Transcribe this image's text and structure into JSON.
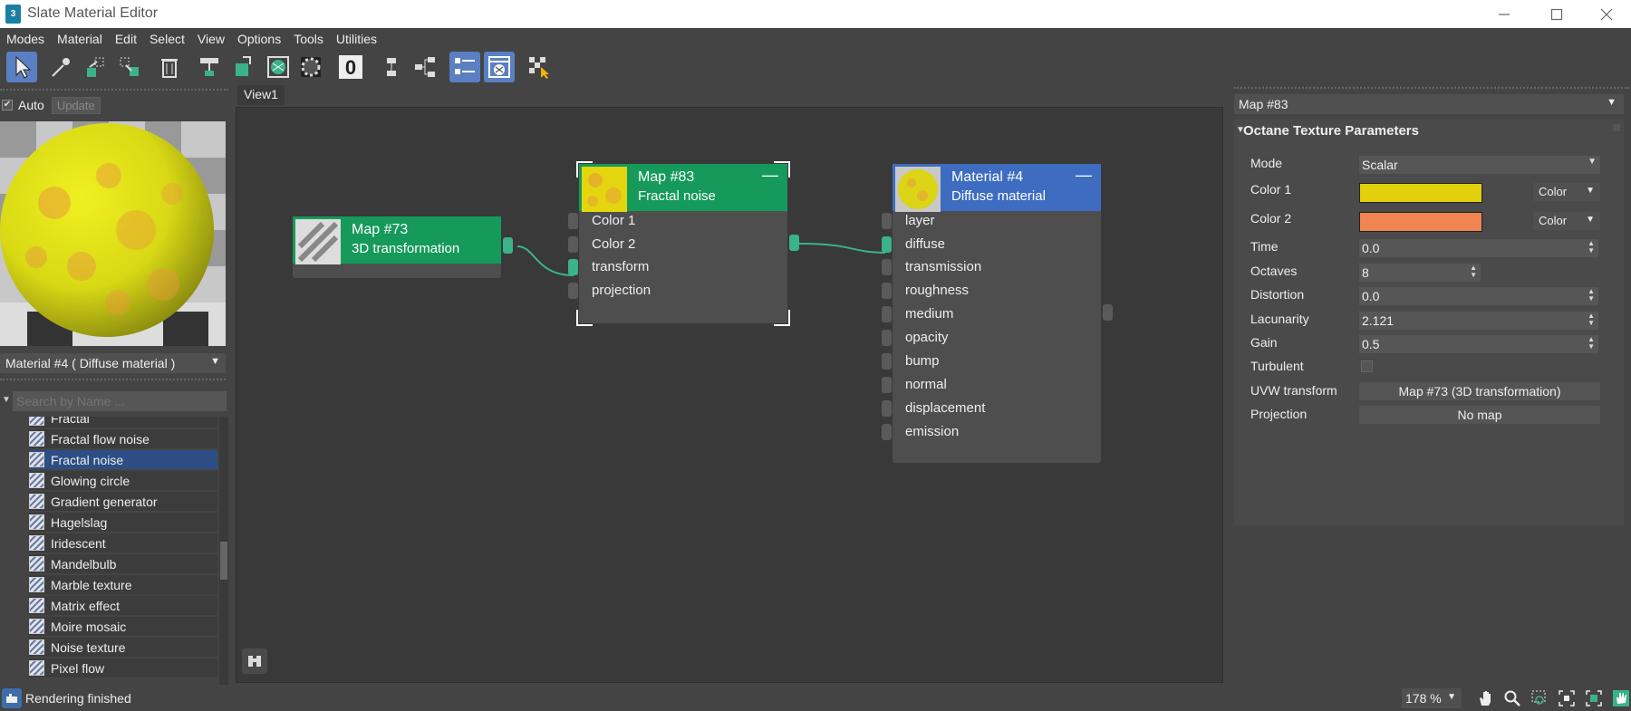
{
  "window": {
    "title": "Slate Material Editor",
    "app_icon_text": "3"
  },
  "menu": [
    "Modes",
    "Material",
    "Edit",
    "Select",
    "View",
    "Options",
    "Tools",
    "Utilities"
  ],
  "left_panel": {
    "auto_label": "Auto",
    "auto_checked": true,
    "update_label": "Update",
    "material_selector": "Material #4  ( Diffuse material )",
    "search_placeholder": "Search by Name ...",
    "map_list": [
      "Fractal",
      "Fractal flow noise",
      "Fractal noise",
      "Glowing circle",
      "Gradient generator",
      "Hagelslag",
      "Iridescent",
      "Mandelbulb",
      "Marble texture",
      "Matrix effect",
      "Moire mosaic",
      "Noise texture",
      "Pixel flow"
    ],
    "selected_map": "Fractal noise"
  },
  "view": {
    "tab_label": "View1",
    "nodes": {
      "map73": {
        "title": "Map #73",
        "subtitle": "3D transformation",
        "color": "#159a5b"
      },
      "map83": {
        "title": "Map #83",
        "subtitle": "Fractal noise",
        "color": "#159a5b",
        "minimize": "—",
        "slots": [
          "Color 1",
          "Color 2",
          "transform",
          "projection"
        ]
      },
      "material4": {
        "title": "Material #4",
        "subtitle": "Diffuse material",
        "color": "#3d6cc0",
        "minimize": "—",
        "slots": [
          "layer",
          "diffuse",
          "transmission",
          "roughness",
          "medium",
          "opacity",
          "bump",
          "normal",
          "displacement",
          "emission"
        ]
      }
    }
  },
  "right_panel": {
    "header": "Map #83",
    "rollout_title": "Octane Texture Parameters",
    "params": {
      "mode": {
        "label": "Mode",
        "value": "Scalar"
      },
      "color1": {
        "label": "Color 1",
        "swatch": "#e2d00d",
        "type": "Color"
      },
      "color2": {
        "label": "Color 2",
        "swatch": "#f08552",
        "type": "Color"
      },
      "time": {
        "label": "Time",
        "value": "0.0"
      },
      "octaves": {
        "label": "Octaves",
        "value": "8"
      },
      "distortion": {
        "label": "Distortion",
        "value": "0.0"
      },
      "lacunarity": {
        "label": "Lacunarity",
        "value": "2.121"
      },
      "gain": {
        "label": "Gain",
        "value": "0.5"
      },
      "turbulent": {
        "label": "Turbulent",
        "checked": false
      },
      "uvw": {
        "label": "UVW transform",
        "value": "Map #73 (3D transformation)"
      },
      "projection": {
        "label": "Projection",
        "value": "No map"
      }
    }
  },
  "status": {
    "text": "Rendering finished",
    "zoom": "178 %"
  },
  "colors": {
    "accent_blue": "#5a7fc2",
    "link_green": "#3bb28a",
    "node_green": "#159a5b",
    "node_blue": "#3d6cc0"
  },
  "icons": [
    "select-icon",
    "eyedropper-icon",
    "pick-material-icon",
    "assign-material-icon",
    "delete-icon",
    "move-children-icon",
    "hide-unused-icon",
    "show-map-icon",
    "show-background-icon",
    "background-in-preview-icon",
    "zero-icon",
    "layout-icon",
    "layout-children-icon",
    "material-map-browser-icon",
    "parameter-editor-icon",
    "select-by-material-icon",
    "binoculars-icon",
    "pan-icon",
    "zoom-icon",
    "zoom-region-icon",
    "zoom-extents-icon",
    "zoom-selected-icon"
  ]
}
